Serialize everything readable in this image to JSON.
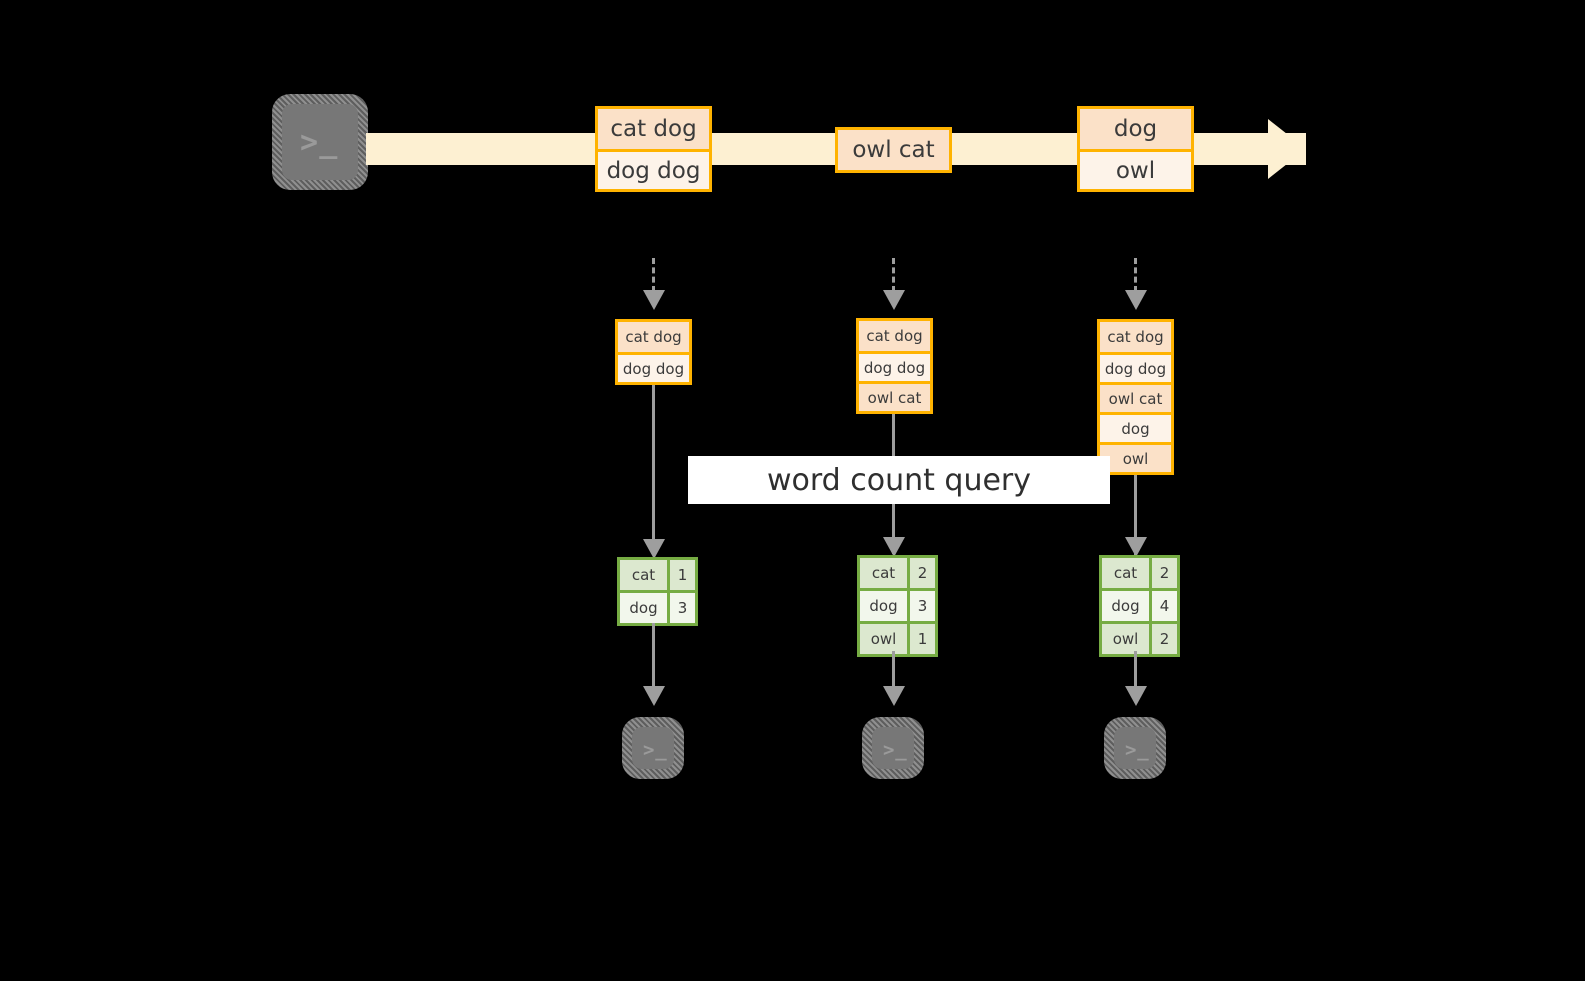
{
  "diagram": {
    "title": "word count streaming query",
    "colors": {
      "background": "#000000",
      "stream_fill": "#fdf0d2",
      "event_border": "#ffb300",
      "event_fill_shade": "#fbe1c8",
      "event_fill_light": "#fdf3e9",
      "result_border": "#76ac43",
      "result_fill_shade": "#dce8cf",
      "result_fill_light": "#f2f7ec",
      "connector": "#9e9e9e",
      "terminal_face": "#777777",
      "label_background": "#ffffff",
      "text": "#3b3b3b"
    }
  },
  "source": {
    "icon": "terminal-icon",
    "glyph": ">_"
  },
  "stream": {
    "name": "input-event-stream",
    "events": [
      {
        "id": "event-group-1",
        "lines": [
          {
            "text": "cat dog",
            "shade": "shade"
          },
          {
            "text": "dog dog",
            "shade": "light"
          }
        ]
      },
      {
        "id": "event-group-2",
        "lines": [
          {
            "text": "owl cat",
            "shade": "shade"
          }
        ]
      },
      {
        "id": "event-group-3",
        "lines": [
          {
            "text": "dog",
            "shade": "shade"
          },
          {
            "text": "owl",
            "shade": "light"
          }
        ]
      }
    ]
  },
  "query": {
    "label": "word count query"
  },
  "columns": [
    {
      "id": "trigger-1",
      "input_table": {
        "name": "unbounded-input-table-1",
        "rows": [
          {
            "text": "cat dog",
            "shade": "shade"
          },
          {
            "text": "dog dog",
            "shade": "light"
          }
        ]
      },
      "result_table": {
        "name": "result-table-1",
        "rows": [
          {
            "key": "cat",
            "value": "1",
            "shade": "shade"
          },
          {
            "key": "dog",
            "value": "3",
            "shade": "light"
          }
        ]
      },
      "sink": {
        "icon": "terminal-icon",
        "glyph": ">_"
      }
    },
    {
      "id": "trigger-2",
      "input_table": {
        "name": "unbounded-input-table-2",
        "rows": [
          {
            "text": "cat dog",
            "shade": "shade"
          },
          {
            "text": "dog dog",
            "shade": "light"
          },
          {
            "text": "owl cat",
            "shade": "shade"
          }
        ]
      },
      "result_table": {
        "name": "result-table-2",
        "rows": [
          {
            "key": "cat",
            "value": "2",
            "shade": "shade"
          },
          {
            "key": "dog",
            "value": "3",
            "shade": "light"
          },
          {
            "key": "owl",
            "value": "1",
            "shade": "shade"
          }
        ]
      },
      "sink": {
        "icon": "terminal-icon",
        "glyph": ">_"
      }
    },
    {
      "id": "trigger-3",
      "input_table": {
        "name": "unbounded-input-table-3",
        "rows": [
          {
            "text": "cat dog",
            "shade": "shade"
          },
          {
            "text": "dog dog",
            "shade": "light"
          },
          {
            "text": "owl cat",
            "shade": "shade"
          },
          {
            "text": "dog",
            "shade": "light"
          },
          {
            "text": "owl",
            "shade": "shade"
          }
        ]
      },
      "result_table": {
        "name": "result-table-3",
        "rows": [
          {
            "key": "cat",
            "value": "2",
            "shade": "shade"
          },
          {
            "key": "dog",
            "value": "4",
            "shade": "light"
          },
          {
            "key": "owl",
            "value": "2",
            "shade": "shade"
          }
        ]
      },
      "sink": {
        "icon": "terminal-icon",
        "glyph": ">_"
      }
    }
  ]
}
